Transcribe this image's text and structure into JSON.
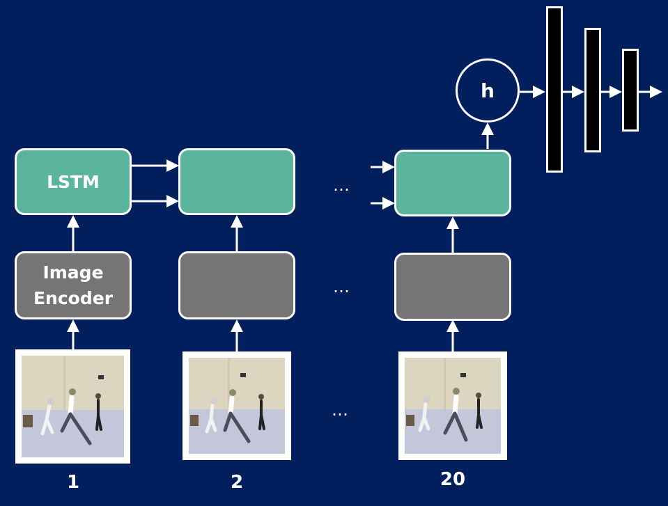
{
  "blocks": {
    "lstm_label": "LSTM",
    "encoder_label": "Image\nEncoder",
    "hidden_label": "h"
  },
  "frames": {
    "labels": [
      "1",
      "2",
      "20"
    ]
  },
  "ellipsis": "…",
  "colors": {
    "background": "#001f5c",
    "lstm_fill": "#5bb59c",
    "encoder_fill": "#757575",
    "stroke": "#ffffff",
    "dense_layer_fill": "#000000"
  },
  "icons": [
    "fencing-frame-photo",
    "arrow-icon"
  ]
}
